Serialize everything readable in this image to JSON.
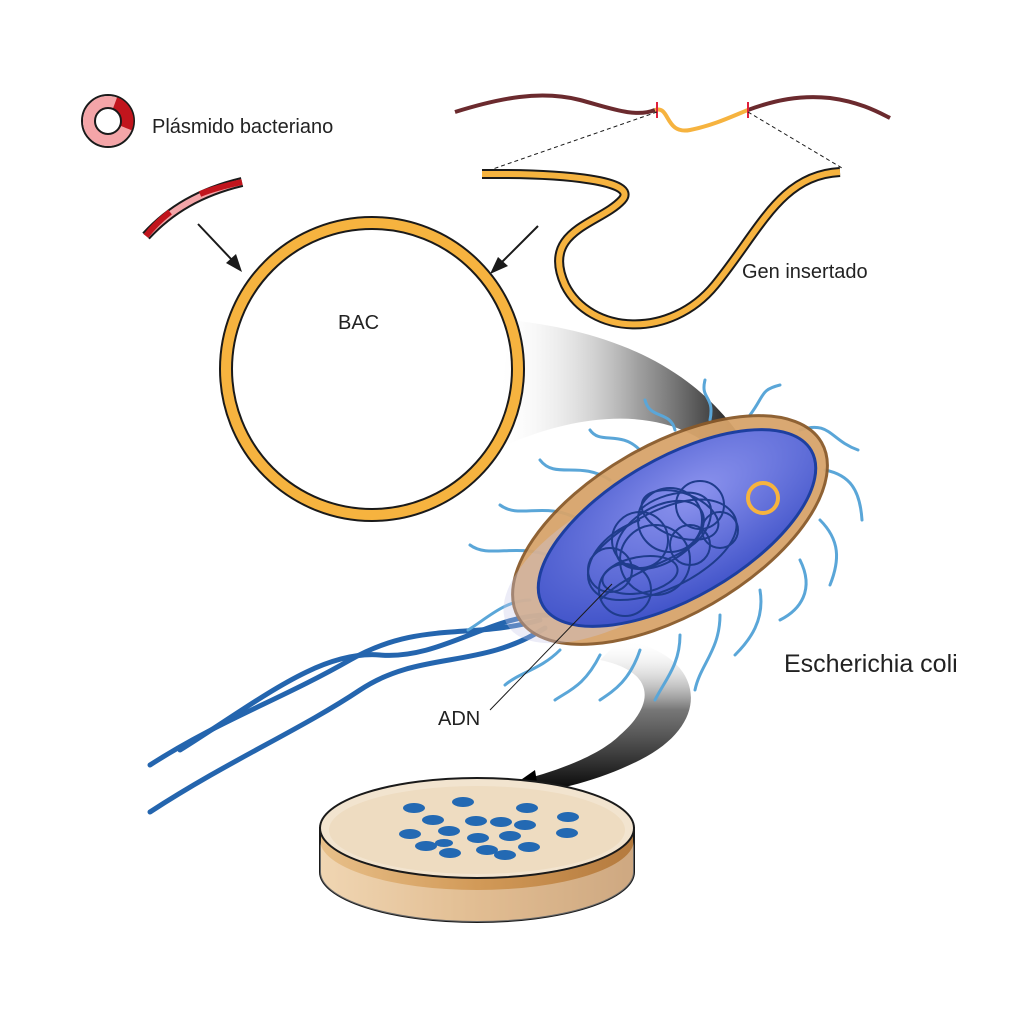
{
  "labels": {
    "plasmid": "Plásmido bacteriano",
    "bac": "BAC",
    "inserted_gene": "Gen insertado",
    "ecoli": "Escherichia coli",
    "dna": "ADN"
  },
  "colors": {
    "bac_ring": "#f6b33f",
    "plasmid_ring": "#f4a5a8",
    "plasmid_segment": "#c1151d",
    "donor_dna": "#6b2a2e",
    "cell_outer": "#d7a46b",
    "cell_inner": "#5566dd",
    "flagella": "#5aa6d8",
    "flagella_dark": "#2465ae",
    "colony": "#2369b3",
    "dish_agar": "#d9a86a"
  }
}
